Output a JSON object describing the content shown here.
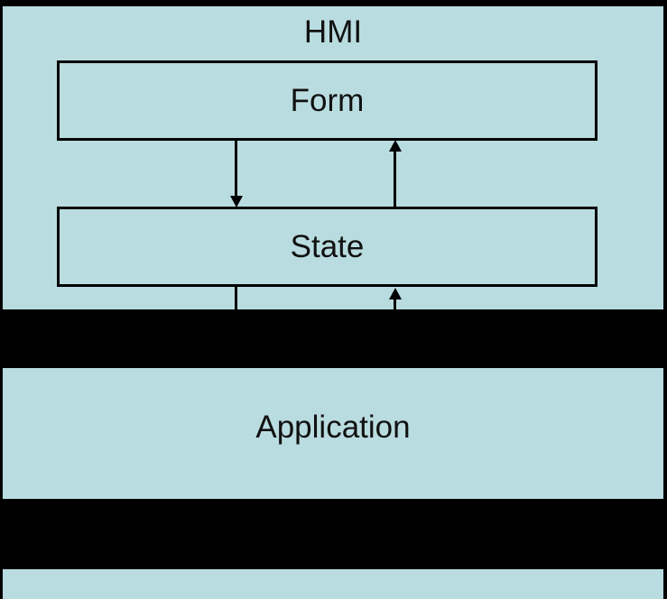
{
  "diagram": {
    "title": "HMI",
    "boxes": {
      "form": "Form",
      "state": "State",
      "application": "Application"
    },
    "connectors": [
      {
        "from": "Form",
        "to": "State",
        "direction": "down"
      },
      {
        "from": "State",
        "to": "Form",
        "direction": "up"
      },
      {
        "from": "State",
        "to": "Application",
        "direction": "down"
      },
      {
        "from": "Application",
        "to": "State",
        "direction": "up"
      }
    ],
    "colors": {
      "region_fill": "#b9dce0",
      "line": "#000000",
      "background": "#000000"
    }
  }
}
